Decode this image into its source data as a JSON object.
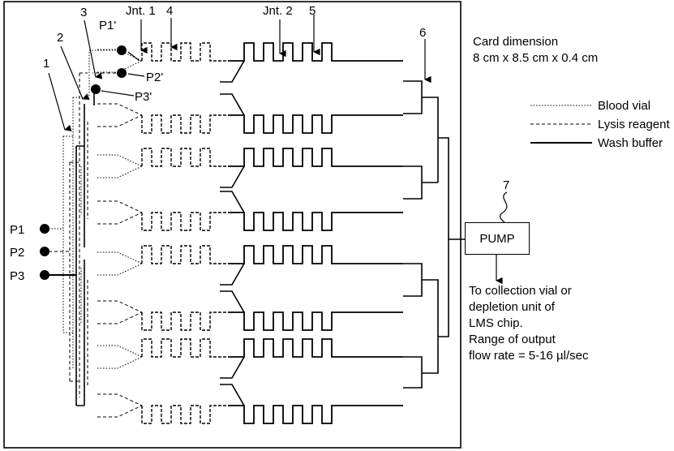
{
  "labels": {
    "jnt1": "Jnt. 1",
    "jnt2": "Jnt. 2",
    "n1": "1",
    "n2": "2",
    "n3": "3",
    "n4": "4",
    "n5": "5",
    "n6": "6",
    "n7": "7",
    "p1p": "P1'",
    "p2p": "P2'",
    "p3p": "P3'",
    "p1": "P1",
    "p2": "P2",
    "p3": "P3"
  },
  "card_dimension": {
    "title": "Card dimension",
    "value": "8 cm x 8.5 cm x 0.4 cm"
  },
  "legend": [
    {
      "label": "Blood vial",
      "style": "dotted"
    },
    {
      "label": "Lysis reagent",
      "style": "dashed"
    },
    {
      "label": "Wash buffer",
      "style": "solid"
    }
  ],
  "pump": {
    "label": "PUMP",
    "output_text": [
      "To collection vial or",
      "depletion unit of",
      "LMS chip.",
      "Range of output",
      "flow rate = 5-16 µl/sec"
    ]
  }
}
